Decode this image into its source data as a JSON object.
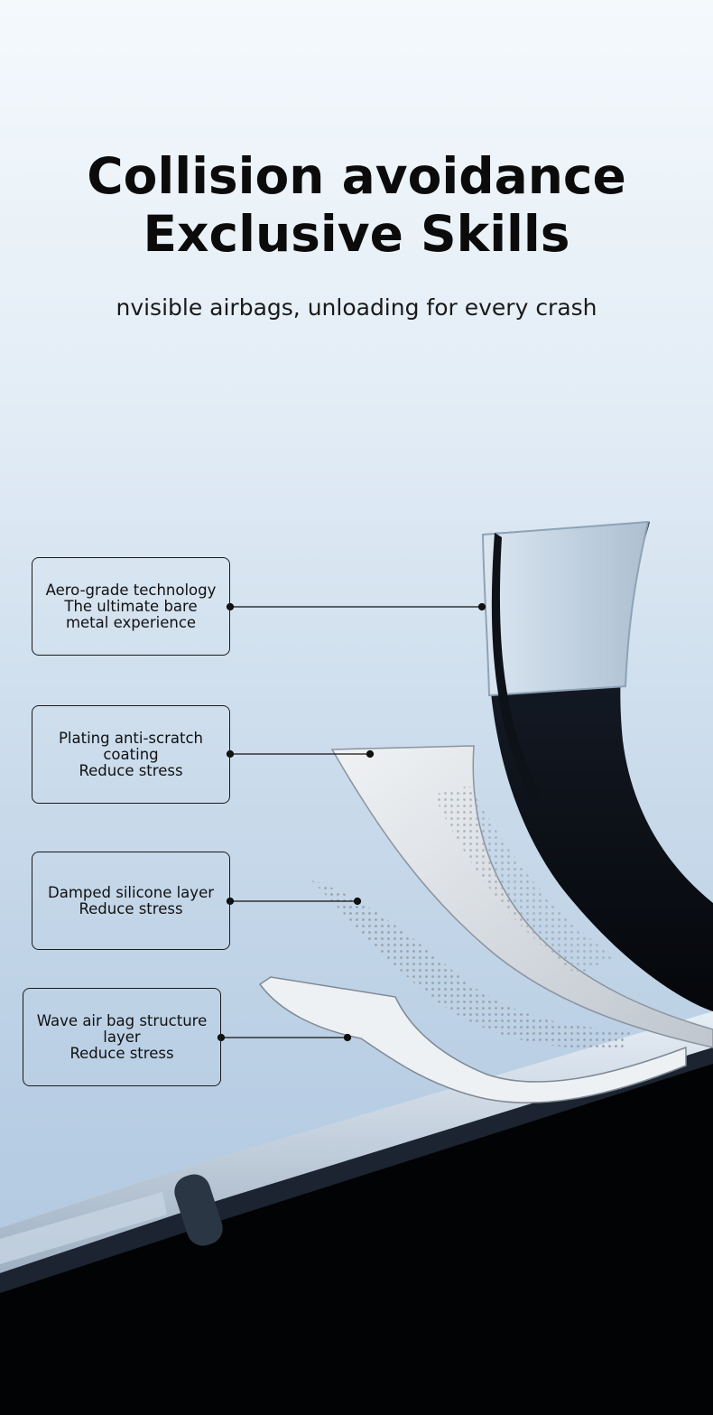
{
  "header": {
    "title_line1": "Collision avoidance",
    "title_line2": "Exclusive Skills",
    "subtitle": "nvisible airbags, unloading for every crash"
  },
  "callouts": [
    {
      "lines": [
        "Aero-grade technology",
        "The ultimate bare",
        "metal experience"
      ]
    },
    {
      "lines": [
        "Plating anti-scratch",
        "coating",
        "Reduce stress"
      ]
    },
    {
      "lines": [
        "Damped silicone layer",
        "Reduce stress"
      ]
    },
    {
      "lines": [
        "Wave air bag structure",
        "layer",
        "Reduce stress"
      ]
    }
  ],
  "colors": {
    "text": "#0b0b0b",
    "background_top": "#f4f9fc",
    "background_bottom": "#aec6df",
    "case_dark": "#0a0d12"
  }
}
